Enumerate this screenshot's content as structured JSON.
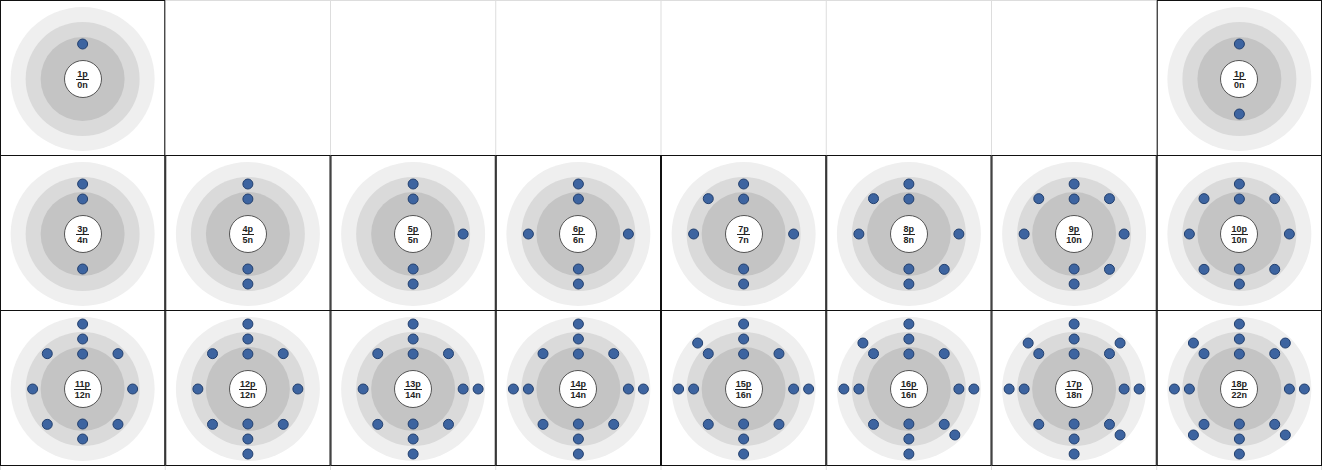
{
  "diagram": {
    "nodes": [
      {
        "text": [
          "1p",
          "0n"
        ]
      },
      {
        "text": [
          "1p",
          "0n"
        ]
      },
      {
        "text": [
          "3p",
          "4n"
        ]
      },
      {
        "text": [
          "4p",
          "5n"
        ]
      },
      {
        "text": [
          "5p",
          "5n"
        ]
      },
      {
        "text": [
          "6p",
          "6n"
        ]
      },
      {
        "text": [
          "7p",
          "7n"
        ]
      },
      {
        "text": [
          "8p",
          "8n"
        ]
      },
      {
        "text": [
          "9p",
          "10n"
        ]
      },
      {
        "text": [
          "10p",
          "10n"
        ]
      },
      {
        "text": [
          "11p",
          "12n"
        ]
      },
      {
        "text": [
          "12p",
          "12n"
        ]
      },
      {
        "text": [
          "13p",
          "14n"
        ]
      },
      {
        "text": [
          "14p",
          "14n"
        ]
      },
      {
        "text": [
          "15p",
          "16n"
        ]
      },
      {
        "text": [
          "16p",
          "16n"
        ]
      },
      {
        "text": [
          "17p",
          "18n"
        ]
      },
      {
        "text": [
          "18p",
          "22n"
        ]
      }
    ]
  }
}
